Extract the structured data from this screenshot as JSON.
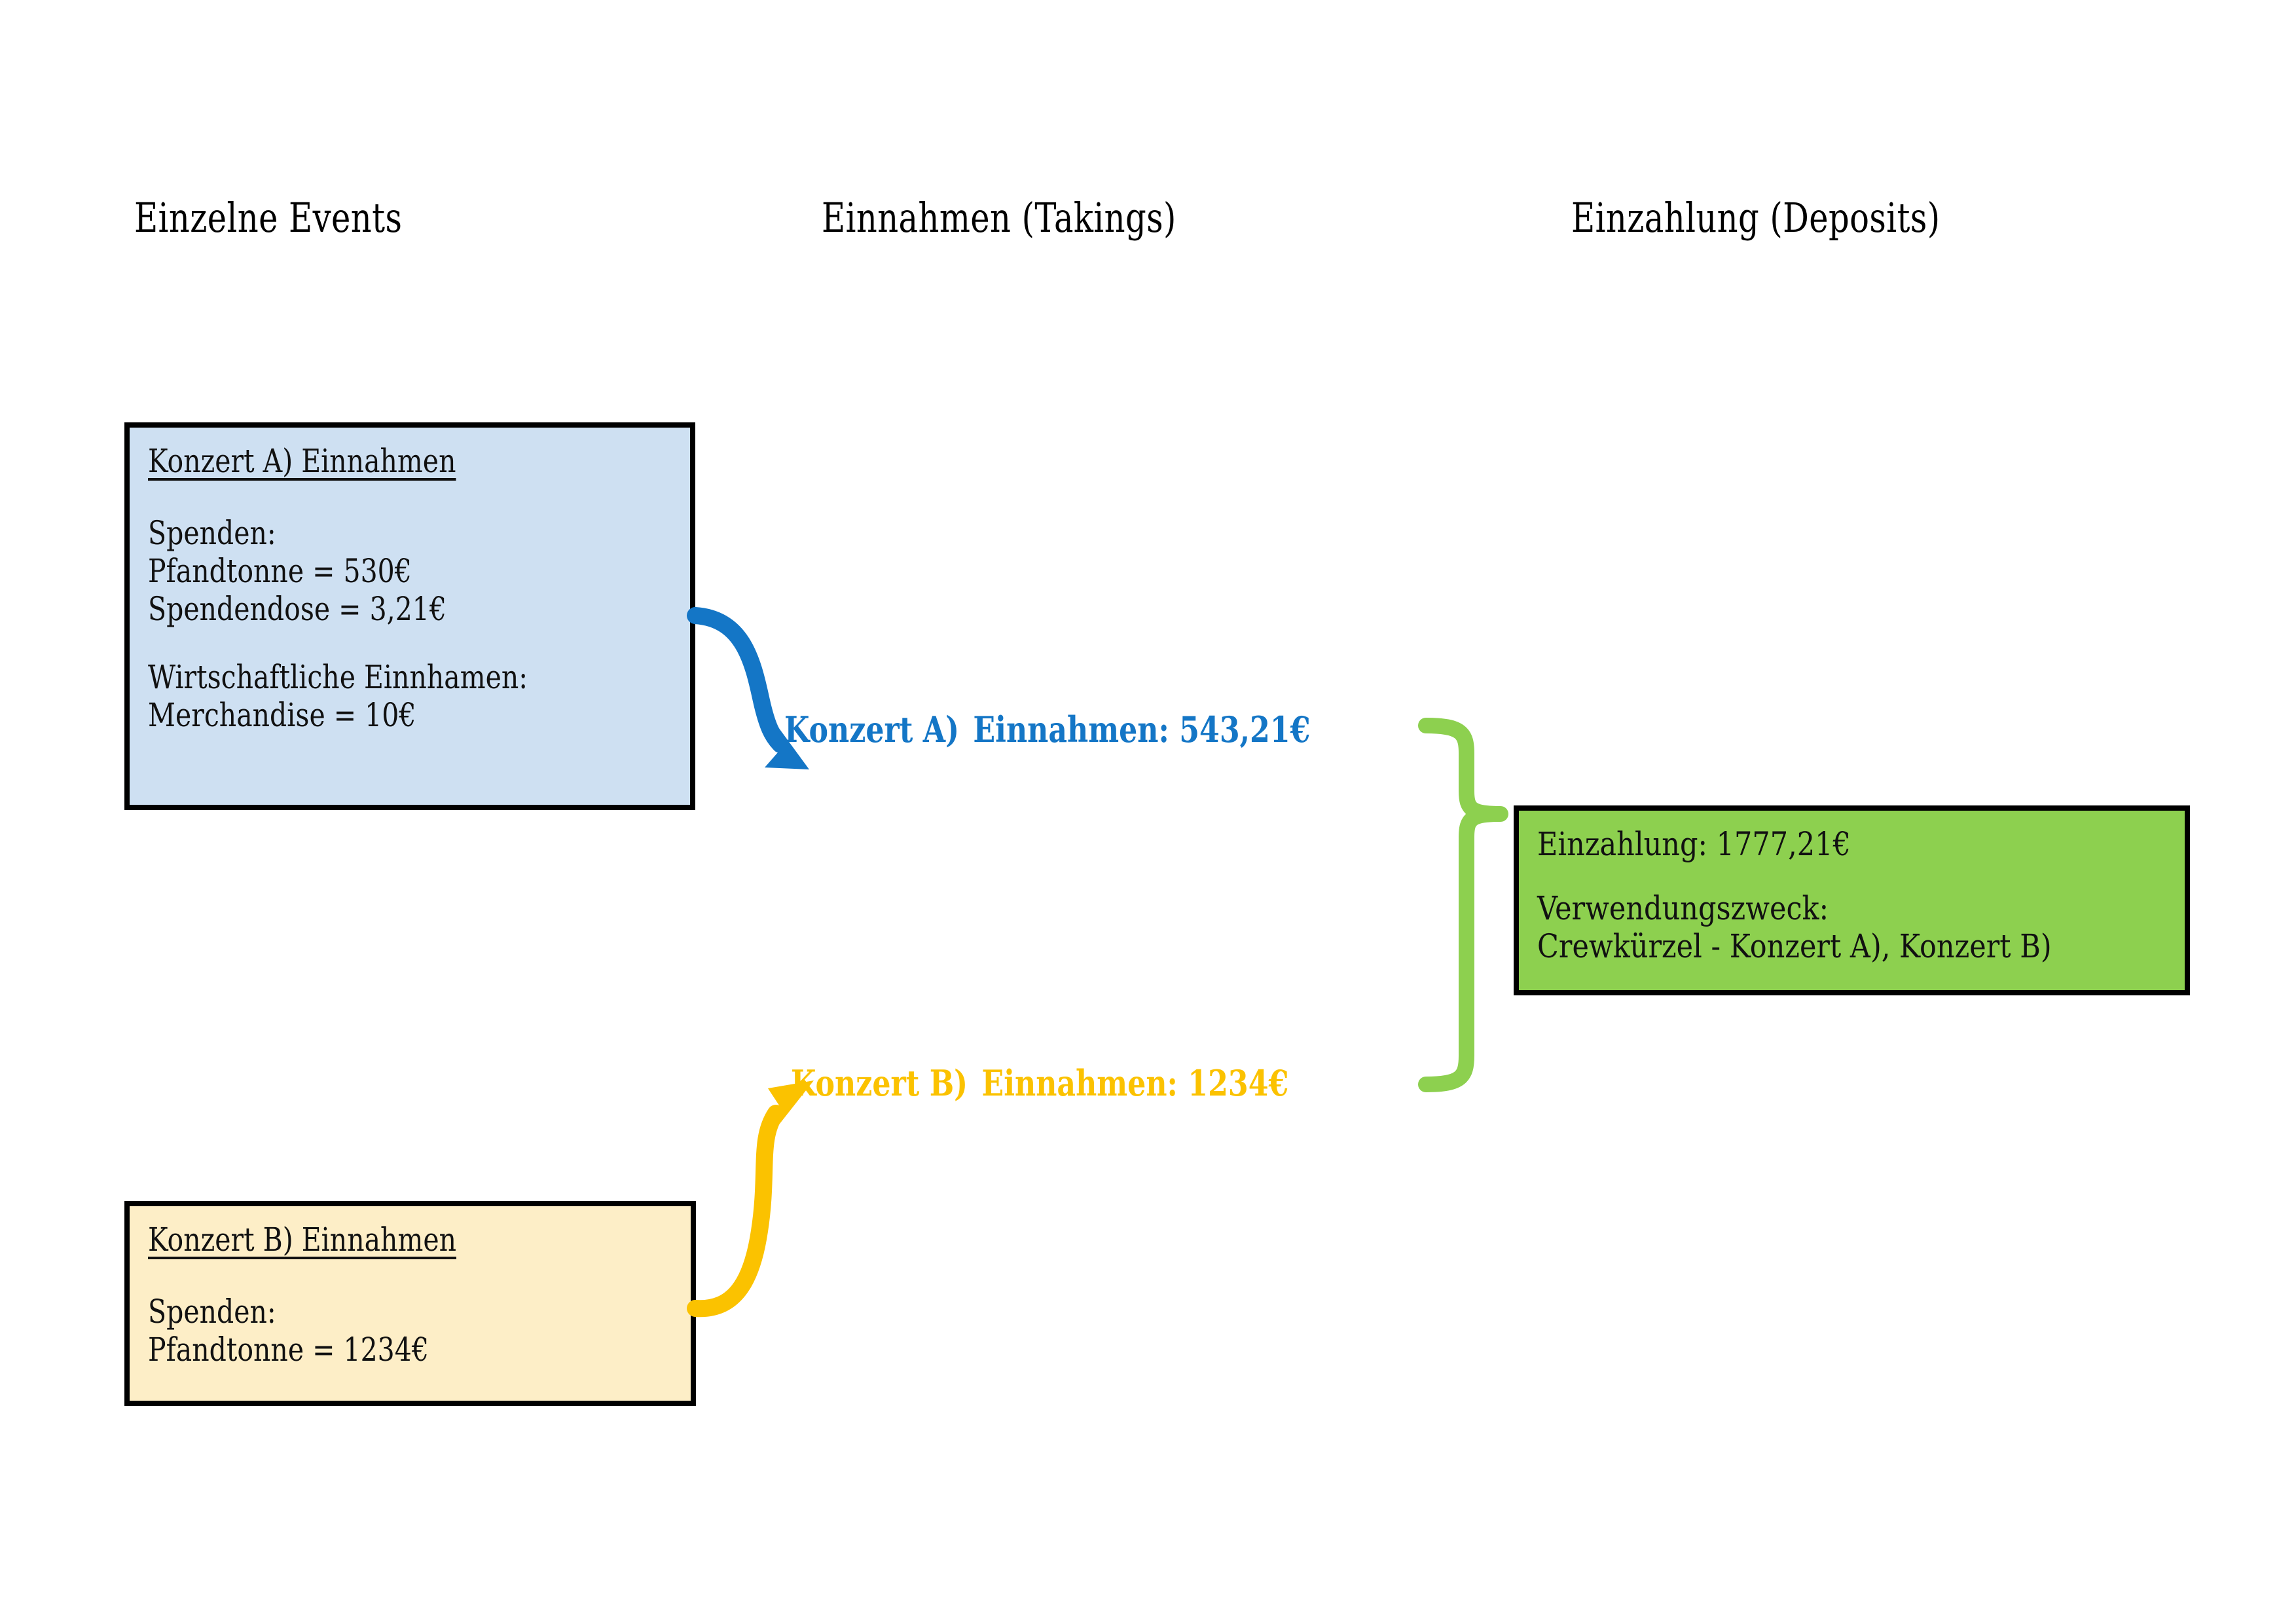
{
  "headings": {
    "events": "Einzelne Events",
    "takings": "Einnahmen (Takings)",
    "deposits": "Einzahlung (Deposits)"
  },
  "boxes": {
    "konzert_a": {
      "title": "Konzert A) Einnahmen",
      "lines": [
        "Spenden:",
        "Pfandtonne = 530€",
        "Spendendose = 3,21€",
        "",
        "Wirtschaftliche Einnhamen:",
        "Merchandise = 10€"
      ],
      "fill": "#cee0f2"
    },
    "konzert_b": {
      "title": "Konzert B) Einnahmen",
      "lines": [
        "Spenden:",
        "Pfandtonne = 1234€"
      ],
      "fill": "#fdeec7"
    },
    "einzahlung": {
      "lines": [
        "Einzahlung: 1777,21€",
        "",
        "Verwendungszweck:",
        "Crewkürzel - Konzert A), Konzert B)"
      ],
      "fill": "#8dd04f"
    }
  },
  "takings": {
    "konzert_a": {
      "name": "Konzert A)",
      "amount": "Einnahmen: 543,21€",
      "color": "#1476c6"
    },
    "konzert_b": {
      "name": "Konzert B)",
      "amount": "Einnahmen: 1234€",
      "color": "#fbc200"
    }
  },
  "connectors": {
    "arrow_a_color": "#1476c6",
    "arrow_b_color": "#fbc200",
    "brace_color": "#8dd04f"
  }
}
